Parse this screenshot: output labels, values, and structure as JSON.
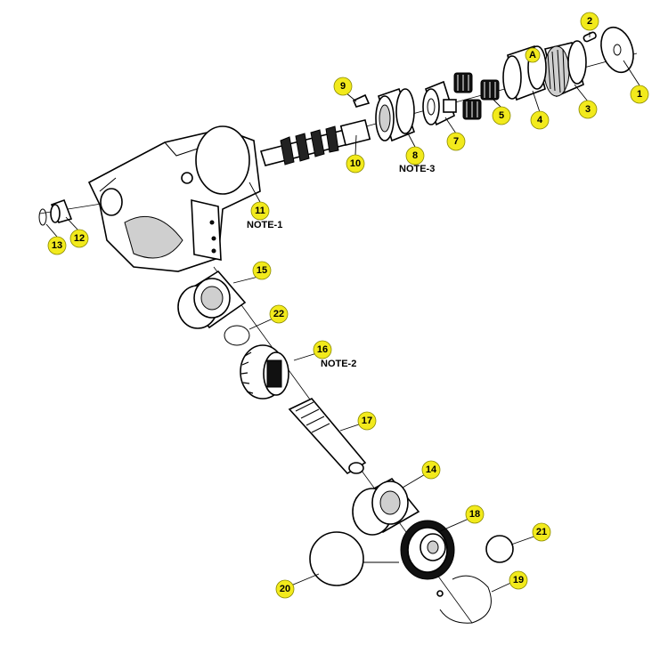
{
  "callouts": [
    {
      "label": "1"
    },
    {
      "label": "2"
    },
    {
      "label": "3"
    },
    {
      "label": "4"
    },
    {
      "label": "5"
    },
    {
      "label": "7"
    },
    {
      "label": "8"
    },
    {
      "label": "9"
    },
    {
      "label": "10"
    },
    {
      "label": "11"
    },
    {
      "label": "12"
    },
    {
      "label": "13"
    },
    {
      "label": "14"
    },
    {
      "label": "15"
    },
    {
      "label": "16"
    },
    {
      "label": "17"
    },
    {
      "label": "18"
    },
    {
      "label": "19"
    },
    {
      "label": "20"
    },
    {
      "label": "21"
    },
    {
      "label": "22"
    }
  ],
  "notes": {
    "note1": "NOTE-1",
    "note2": "NOTE-2",
    "note3": "NOTE-3"
  },
  "marker_a": "A",
  "colors": {
    "badge_fill": "#f2ea1c",
    "line": "#000000",
    "background": "#ffffff"
  }
}
